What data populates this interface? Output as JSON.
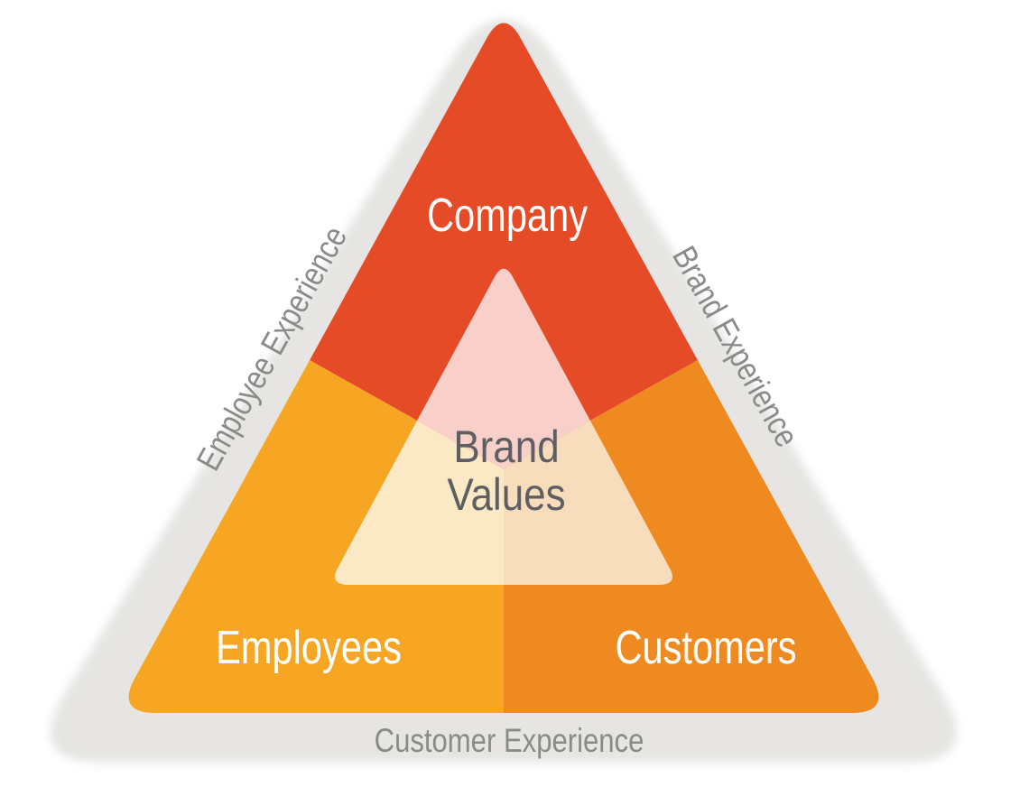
{
  "diagram": {
    "name": "brand-values-triangle",
    "background_color": "#FFFFFF",
    "regions": [
      {
        "id": "company",
        "label": "Company",
        "color": "#E64B27",
        "text_color": "#FFFFFF",
        "position": "top"
      },
      {
        "id": "employees",
        "label": "Employees",
        "color": "#F6A623",
        "text_color": "#FFFFFF",
        "position": "bottom-left"
      },
      {
        "id": "customers",
        "label": "Customers",
        "color": "#EF8A20",
        "text_color": "#FFFFFF",
        "position": "bottom-right"
      }
    ],
    "center": {
      "label": "Brand Values",
      "lines": {
        "line1": "Brand",
        "line2": "Values"
      },
      "text_color": "#5E5E63",
      "zones": [
        {
          "region": "company",
          "color": "#F8CFC9"
        },
        {
          "region": "employees",
          "color": "#FBE9C5"
        },
        {
          "region": "customers",
          "color": "#F8DDBC"
        }
      ]
    },
    "band": {
      "color": "#E6E5E3",
      "text_color": "#8A8A88",
      "labels": [
        {
          "id": "employee-experience",
          "label": "Employee Experience",
          "position": "left-edge"
        },
        {
          "id": "brand-experience",
          "label": "Brand Experience",
          "position": "right-edge"
        },
        {
          "id": "customer-experience",
          "label": "Customer Experience",
          "position": "bottom-edge"
        }
      ]
    }
  }
}
